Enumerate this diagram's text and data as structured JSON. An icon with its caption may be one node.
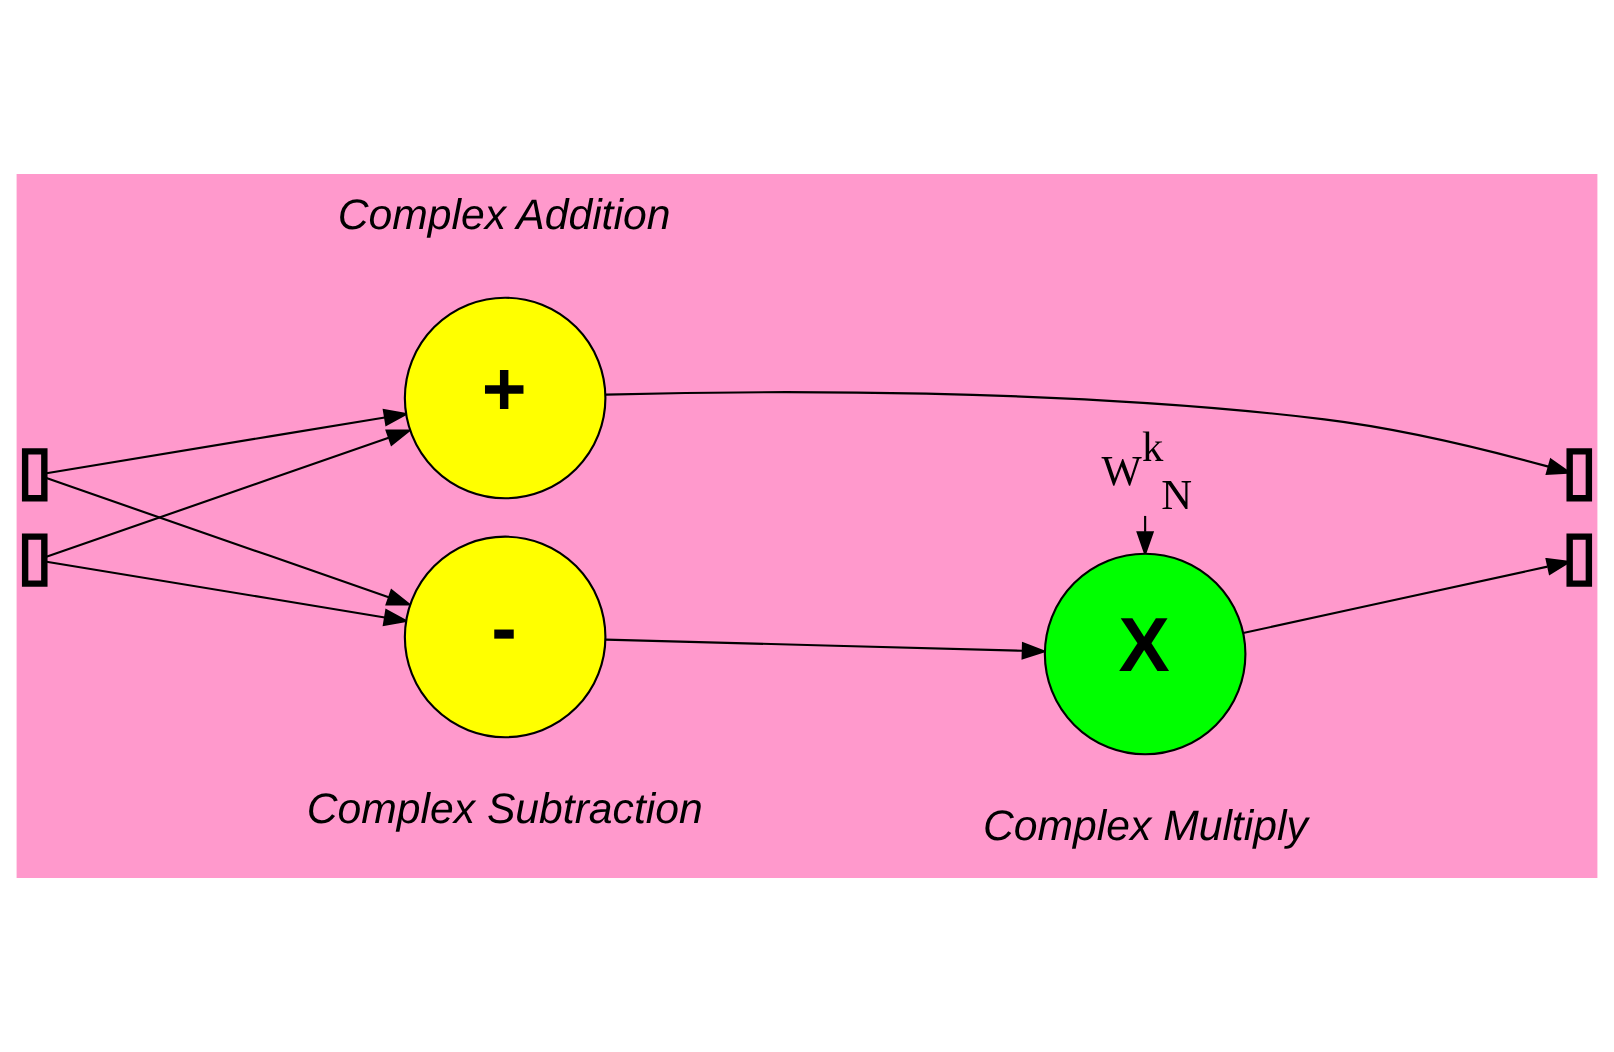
{
  "diagram": {
    "nodes": [
      {
        "text": [],
        "shape": "box"
      },
      {
        "text": [],
        "shape": "box"
      },
      {
        "text": [
          "+"
        ],
        "beside": [
          "Complex Addition"
        ]
      },
      {
        "text": [
          "-"
        ],
        "beside": [
          "Complex Subtraction"
        ]
      },
      {
        "text": [
          "X"
        ],
        "beside": [
          "Complex Multiply"
        ]
      },
      {
        "text": [
          "W$^{k}$$_{N}$"
        ]
      },
      {
        "text": [],
        "shape": "box"
      },
      {
        "text": [],
        "shape": "box"
      }
    ],
    "edges": [
      {
        "from": 0,
        "to": 2,
        "arrow": "to"
      },
      {
        "from": 0,
        "to": 3,
        "arrow": "to"
      },
      {
        "from": 1,
        "to": 2,
        "arrow": "to"
      },
      {
        "from": 1,
        "to": 3,
        "arrow": "to"
      },
      {
        "from": 2,
        "to": 6,
        "arrow": "to"
      },
      {
        "from": 3,
        "to": 4,
        "arrow": "to"
      },
      {
        "from": 5,
        "to": 4,
        "arrow": "to"
      },
      {
        "from": 4,
        "to": 7,
        "arrow": "to"
      }
    ]
  }
}
